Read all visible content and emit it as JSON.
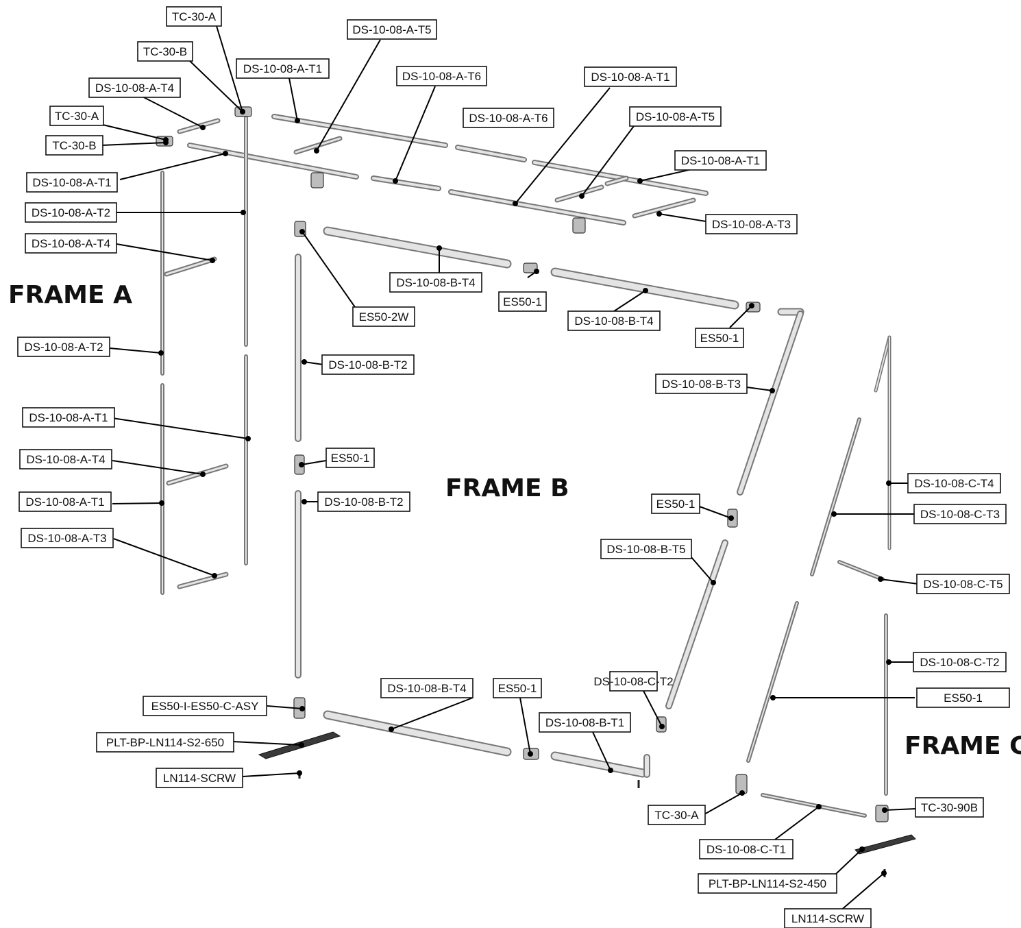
{
  "frames": {
    "a": "FRAME A",
    "b": "FRAME B",
    "c": "FRAME C"
  },
  "labels": [
    {
      "id": "l1",
      "text": "TC-30-A"
    },
    {
      "id": "l2",
      "text": "DS-10-08-A-T5"
    },
    {
      "id": "l3",
      "text": "TC-30-B"
    },
    {
      "id": "l4",
      "text": "DS-10-08-A-T1"
    },
    {
      "id": "l5",
      "text": "DS-10-08-A-T6"
    },
    {
      "id": "l6",
      "text": "DS-10-08-A-T1"
    },
    {
      "id": "l7",
      "text": "DS-10-08-A-T4"
    },
    {
      "id": "l8",
      "text": "DS-10-08-A-T6"
    },
    {
      "id": "l9",
      "text": "DS-10-08-A-T5"
    },
    {
      "id": "l10",
      "text": "TC-30-A"
    },
    {
      "id": "l11",
      "text": "TC-30-B"
    },
    {
      "id": "l12",
      "text": "DS-10-08-A-T1"
    },
    {
      "id": "l13",
      "text": "DS-10-08-A-T1"
    },
    {
      "id": "l14",
      "text": "DS-10-08-A-T2"
    },
    {
      "id": "l15",
      "text": "DS-10-08-A-T3"
    },
    {
      "id": "l16",
      "text": "DS-10-08-A-T4"
    },
    {
      "id": "l17",
      "text": "DS-10-08-B-T4"
    },
    {
      "id": "l18",
      "text": "ES50-1"
    },
    {
      "id": "l19",
      "text": "ES50-2W"
    },
    {
      "id": "l20",
      "text": "DS-10-08-B-T4"
    },
    {
      "id": "l21",
      "text": "ES50-1"
    },
    {
      "id": "l22",
      "text": "DS-10-08-A-T2"
    },
    {
      "id": "l23",
      "text": "DS-10-08-B-T2"
    },
    {
      "id": "l24",
      "text": "DS-10-08-B-T3"
    },
    {
      "id": "l25",
      "text": "DS-10-08-A-T1"
    },
    {
      "id": "l26",
      "text": "ES50-1"
    },
    {
      "id": "l27",
      "text": "DS-10-08-A-T4"
    },
    {
      "id": "l28",
      "text": "DS-10-08-C-T4"
    },
    {
      "id": "l29",
      "text": "DS-10-08-A-T1"
    },
    {
      "id": "l30",
      "text": "DS-10-08-B-T2"
    },
    {
      "id": "l31",
      "text": "ES50-1"
    },
    {
      "id": "l32",
      "text": "DS-10-08-C-T3"
    },
    {
      "id": "l33",
      "text": "DS-10-08-A-T3"
    },
    {
      "id": "l34",
      "text": "DS-10-08-B-T5"
    },
    {
      "id": "l35",
      "text": "DS-10-08-C-T5"
    },
    {
      "id": "l36",
      "text": "DS-10-08-C-T2"
    },
    {
      "id": "l37",
      "text": "ES50-1"
    },
    {
      "id": "l38",
      "text": "DS-10-08-B-T4"
    },
    {
      "id": "l39",
      "text": "ES50-1"
    },
    {
      "id": "l40",
      "text": "DS-10-08-C-T2"
    },
    {
      "id": "l41",
      "text": "ES50-I-ES50-C-ASY"
    },
    {
      "id": "l42",
      "text": "DS-10-08-B-T1"
    },
    {
      "id": "l43",
      "text": "PLT-BP-LN114-S2-650"
    },
    {
      "id": "l44",
      "text": "LN114-SCRW"
    },
    {
      "id": "l45",
      "text": "TC-30-90B"
    },
    {
      "id": "l46",
      "text": "TC-30-A"
    },
    {
      "id": "l47",
      "text": "DS-10-08-C-T1"
    },
    {
      "id": "l48",
      "text": "PLT-BP-LN114-S2-450"
    },
    {
      "id": "l49",
      "text": "LN114-SCRW"
    }
  ]
}
